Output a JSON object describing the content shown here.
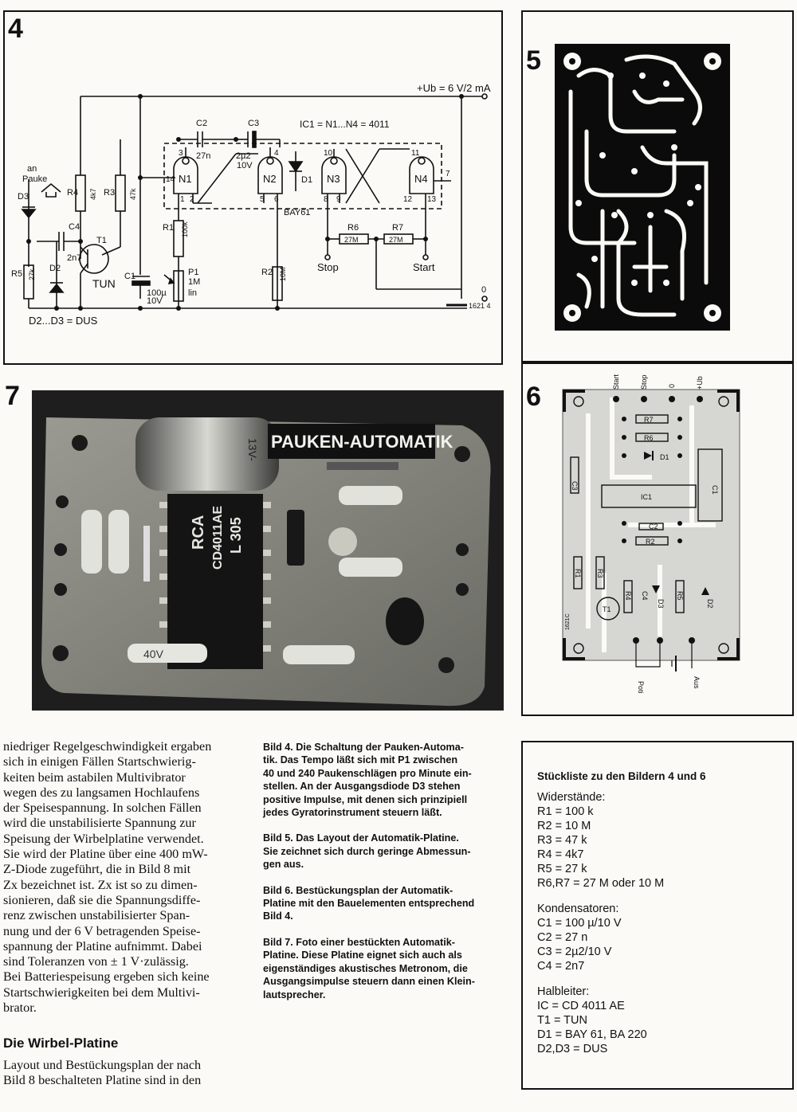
{
  "figures": {
    "fig4": {
      "number": "4",
      "labels": {
        "supply": "+Ub = 6 V/2 mA",
        "ic": "IC1 = N1...N4 = 4011",
        "an_pauke_1": "an",
        "an_pauke_2": "Pauke",
        "d3": "D3",
        "r4": "R4",
        "r4v": "4k7",
        "r3": "R3",
        "r3v": "47k",
        "c4": "C4",
        "c4v": "2n7",
        "t1": "T1",
        "tun": "TUN",
        "r5": "R5",
        "r5v": "27k",
        "d2": "D2",
        "c1": "C1",
        "c1v1": "100µ",
        "c1v2": "10V",
        "r1": "R1",
        "r1v": "100k",
        "p1": "P1",
        "p1v": "1M",
        "p1lin": "lin",
        "c2": "C2",
        "c2v": "27n",
        "c3": "C3",
        "c3v1": "2µ2",
        "c3v2": "10V",
        "n1": "N1",
        "n2": "N2",
        "n3": "N3",
        "n4": "N4",
        "d1": "D1",
        "bay": "BAY61",
        "r2": "R2",
        "r2v": "10M",
        "r6": "R6",
        "r6v": "27M",
        "r7": "R7",
        "r7v": "27M",
        "stop": "Stop",
        "start": "Start",
        "zero": "0",
        "code": "1621 4",
        "diodes": "D2...D3 = DUS",
        "p3": "3",
        "p14": "14",
        "p1n": "1",
        "p2n": "2",
        "p4": "4",
        "p5": "5",
        "p6": "6",
        "p10": "10",
        "p8": "8",
        "p9": "9",
        "p11": "11",
        "p12": "12",
        "p13": "13",
        "p7": "7"
      }
    },
    "fig5": {
      "number": "5"
    },
    "fig6": {
      "number": "6",
      "labels": {
        "start": "Start",
        "stop": "Stop",
        "zero": "0",
        "ub": "+Ub",
        "r7": "R7",
        "r6": "R6",
        "d1": "D1",
        "c3": "C3",
        "ic1": "IC1",
        "c1": "C1",
        "c2": "C2",
        "r2": "R2",
        "r1": "R1",
        "r3": "R3",
        "r4": "R4",
        "c4": "C4",
        "d3": "D3",
        "r5": "R5",
        "d2": "D2",
        "t1": "T1",
        "code": "1621C",
        "poti": "Poti",
        "aus": "Aus"
      }
    },
    "fig7": {
      "number": "7",
      "label": "PAUKEN-AUTOMATIK",
      "chip1": "RCA",
      "chip2": "CD4011AE",
      "chip3": "L 305",
      "cap": "40V",
      "cap2": "13V-"
    }
  },
  "body_text": [
    "niedriger Regelgeschwindigkeit ergaben",
    "sich in einigen Fällen Startschwierig-",
    "keiten beim astabilen Multivibrator",
    "wegen des zu langsamen Hochlaufens",
    "der Speisespannung. In solchen Fällen",
    "wird die unstabilisierte Spannung zur",
    "Speisung der Wirbelplatine verwendet.",
    "Sie wird der Platine über eine 400 mW-",
    "Z-Diode zugeführt, die in Bild 8 mit",
    "Zx bezeichnet ist. Zx ist so zu dimen-",
    "sionieren, daß sie die Spannungsdiffe-",
    "renz zwischen unstabilisierter Span-",
    "nung und der 6 V betragenden Speise-",
    "spannung der Platine aufnimmt. Dabei",
    "sind Toleranzen von ± 1 V·zulässig.",
    "Bei Batteriespeisung ergeben sich keine",
    "Startschwierigkeiten bei dem Multivi-",
    "brator."
  ],
  "section_heading": "Die Wirbel-Platine",
  "section_text": [
    "Layout und Bestückungsplan der nach",
    "Bild 8 beschalteten Platine sind in den"
  ],
  "captions": [
    [
      "Bild 4. Die Schaltung der Pauken-Automa-",
      "tik. Das Tempo läßt sich mit P1 zwischen",
      "40 und 240 Paukenschlägen pro Minute ein-",
      "stellen. An der Ausgangsdiode D3 stehen",
      "positive Impulse, mit denen sich prinzipiell",
      "jedes Gyratorinstrument steuern läßt."
    ],
    [
      "Bild 5. Das Layout der Automatik-Platine.",
      "Sie zeichnet sich durch geringe Abmessun-",
      "gen aus."
    ],
    [
      "Bild 6. Bestückungsplan der Automatik-",
      "Platine mit den Bauelementen entsprechend",
      "Bild 4."
    ],
    [
      "Bild 7. Foto einer bestückten Automatik-",
      "Platine. Diese Platine eignet sich auch als",
      "eigenständiges akustisches Metronom, die",
      "Ausgangsimpulse steuern dann einen Klein-",
      "lautsprecher."
    ]
  ],
  "parts_list": {
    "title": "Stückliste zu den Bildern 4 und 6",
    "resistors_heading": "Widerstände:",
    "resistors": [
      "R1 = 100 k",
      "R2 = 10 M",
      "R3 = 47 k",
      "R4 = 4k7",
      "R5 = 27 k",
      "R6,R7 = 27 M oder 10 M"
    ],
    "capacitors_heading": "Kondensatoren:",
    "capacitors": [
      "C1 = 100 µ/10 V",
      "C2 = 27 n",
      "C3 = 2µ2/10 V",
      "C4 = 2n7"
    ],
    "semis_heading": "Halbleiter:",
    "semis": [
      "IC = CD 4011 AE",
      "T1 = TUN",
      "D1 = BAY 61, BA 220",
      "D2,D3 = DUS"
    ]
  }
}
